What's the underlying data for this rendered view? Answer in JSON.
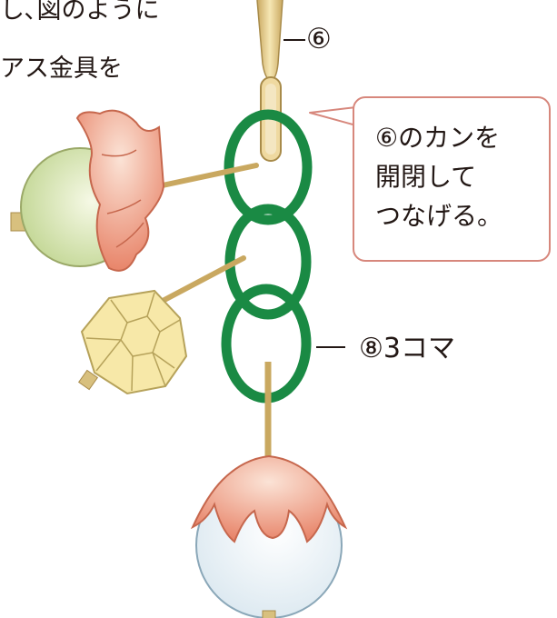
{
  "intro": {
    "line1": "し､図のように",
    "line2": "アス金具を"
  },
  "callouts": {
    "part6": "⑥",
    "part8": "⑧3コマ"
  },
  "speech_bubble": {
    "lines": [
      "⑥のカンを",
      "開閉して",
      "つなげる。"
    ]
  },
  "colors": {
    "chain_green": "#1a8a44",
    "metal_gold": "#e6c97c",
    "petal_coral": "#ea8d73",
    "bead_olive": "#cfe0a4",
    "bead_yellow": "#f7e8a8",
    "bead_white": "#e8f1f6",
    "bubble_border": "#d7877c"
  }
}
